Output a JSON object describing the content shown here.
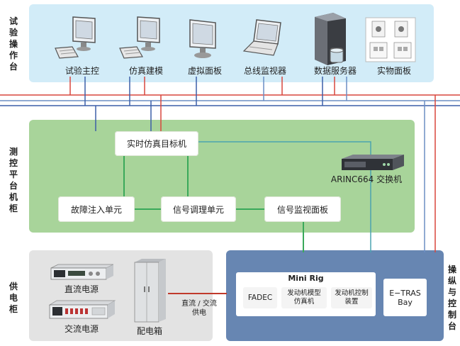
{
  "sections": {
    "test_console": "试验操作台",
    "test_cabinet": "测控平台机柜",
    "power_cabinet": "供电柜",
    "control_console": "操纵与控制台"
  },
  "devices": {
    "test_control": "试验主控",
    "sim_modeling": "仿真建模",
    "virtual_panel": "虚拟面板",
    "bus_monitor": "总线监视器",
    "data_server": "数据服务器",
    "physical_panel": "实物面板"
  },
  "cabinet": {
    "realtime_target": "实时仿真目标机",
    "fault_injection": "故障注入单元",
    "signal_conditioning": "信号调理单元",
    "signal_monitor_panel": "信号监视面板",
    "arinc_switch": "ARINC664 交换机"
  },
  "power": {
    "dc_supply": "直流电源",
    "ac_supply": "交流电源",
    "distribution_box": "配电箱",
    "link_label_line1": "直流 / 交流",
    "link_label_line2": "供电"
  },
  "rig": {
    "title": "Mini Rig",
    "fadec": "FADEC",
    "engine_sim_line1": "发动机模型",
    "engine_sim_line2": "仿真机",
    "engine_ctrl_line1": "发动机控制",
    "engine_ctrl_line2": "装置",
    "etras_line1": "E−TRAS",
    "etras_line2": "Bay"
  },
  "colors": {
    "top_panel": "#d2ecf8",
    "middle_panel": "#a8d49a",
    "power_panel": "#e3e3e3",
    "rig_panel": "#6786b2",
    "red_line": "#d9473d",
    "blue_line": "#3c5fa8",
    "green_line": "#3aa95a",
    "teal_line": "#4aa3b0"
  }
}
